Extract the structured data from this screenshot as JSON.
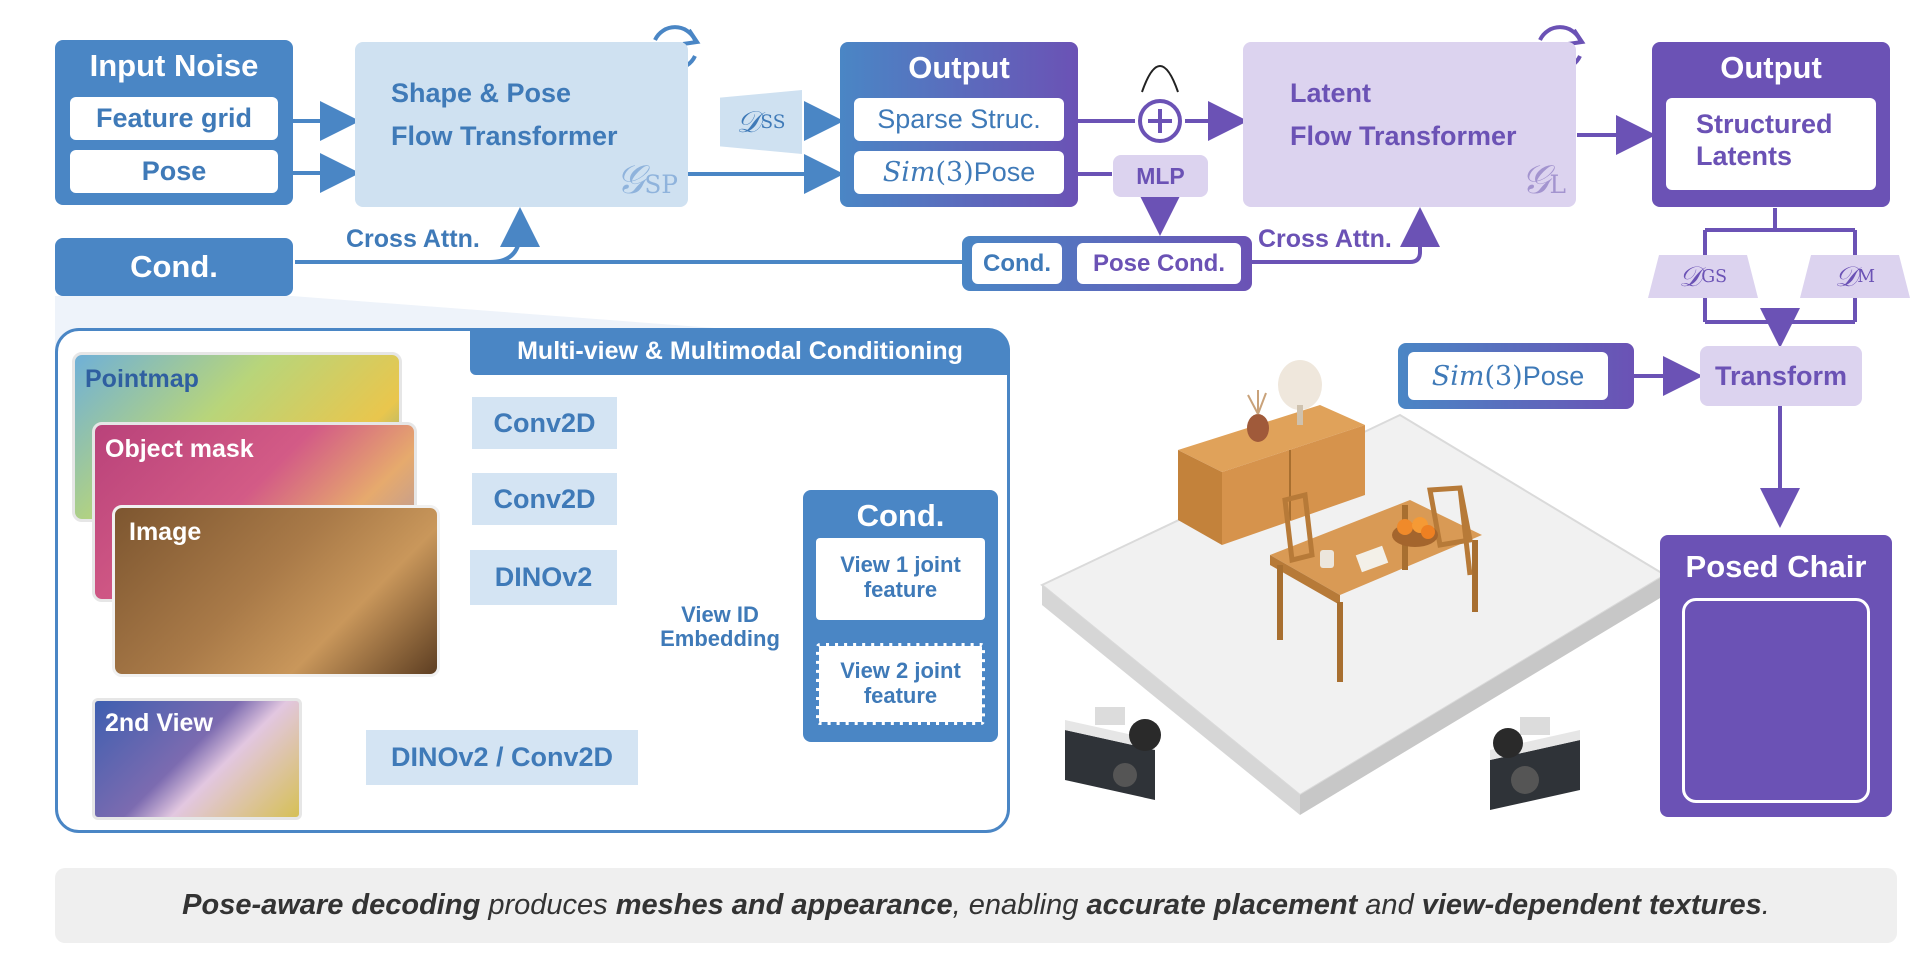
{
  "input_noise": {
    "title": "Input Noise",
    "items": [
      "Feature grid",
      "Pose"
    ]
  },
  "sp_transformer": {
    "line1": "Shape & Pose",
    "line2": "Flow Transformer",
    "symbol": "𝒢",
    "symbol_sub": "SP"
  },
  "decoder_ss": {
    "symbol": "𝒟",
    "sub": "SS"
  },
  "output1": {
    "title": "Output",
    "item1": "Sparse Struc.",
    "item2_math": "Sim",
    "item2_paren": "(3)",
    "item2_text": " Pose"
  },
  "mlp": "MLP",
  "latent_transformer": {
    "line1": "Latent",
    "line2": "Flow Transformer",
    "symbol": "𝒢",
    "symbol_sub": "L"
  },
  "output2": {
    "title": "Output",
    "item": "Structured\nLatents",
    "item_line1": "Structured",
    "item_line2": "Latents"
  },
  "decoder_gs": {
    "symbol": "𝒟",
    "sub": "GS"
  },
  "decoder_m": {
    "symbol": "𝒟",
    "sub": "M"
  },
  "cond_main": "Cond.",
  "cross_attn_left": "Cross Attn.",
  "cross_attn_right": "Cross Attn.",
  "cond_pair": {
    "cond": "Cond.",
    "pose_cond": "Pose Cond."
  },
  "pose_box": {
    "math": "Sim",
    "paren": "(3)",
    "text": " Pose"
  },
  "transform": "Transform",
  "posed_chair": "Posed Chair",
  "multiview": {
    "title": "Multi-view & Multimodal Conditioning",
    "inputs": [
      "Pointmap",
      "Object mask",
      "Image",
      "2nd View"
    ],
    "encoders": [
      "Conv2D",
      "Conv2D",
      "DINOv2",
      "DINOv2 / Conv2D"
    ],
    "view_id": "View ID\nEmbedding",
    "view_id_line1": "View ID",
    "view_id_line2": "Embedding",
    "cond_title": "Cond.",
    "feature1_line1": "View 1 joint",
    "feature1_line2": "feature",
    "feature2_line1": "View 2 joint",
    "feature2_line2": "feature"
  },
  "caption": {
    "parts": [
      {
        "text": "Pose-aware decoding",
        "bold": true
      },
      {
        "text": " produces ",
        "bold": false
      },
      {
        "text": "meshes and appearance",
        "bold": true
      },
      {
        "text": ", enabling ",
        "bold": false
      },
      {
        "text": "accurate placement",
        "bold": true
      },
      {
        "text": " and ",
        "bold": false
      },
      {
        "text": "view-dependent textures",
        "bold": true
      },
      {
        "text": ".",
        "bold": false
      }
    ]
  },
  "colors": {
    "blue": "#4a86c5",
    "purple": "#6b52b5",
    "light_blue": "#cfe1f1",
    "light_purple": "#dcd3ef"
  }
}
